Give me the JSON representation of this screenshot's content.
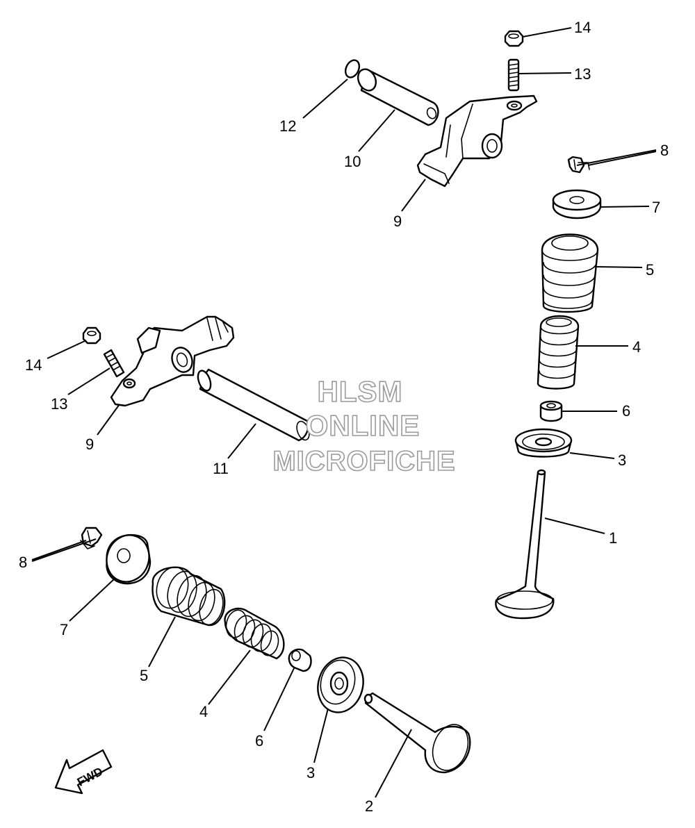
{
  "watermark": {
    "line1": "HLSM",
    "line2": "ONLINE",
    "line3": "MICROFICHE"
  },
  "direction_indicator": {
    "label": "FWD"
  },
  "callouts": {
    "c1": "1",
    "c2": "2",
    "c3a": "3",
    "c3b": "3",
    "c4a": "4",
    "c4b": "4",
    "c5a": "5",
    "c5b": "5",
    "c6a": "6",
    "c6b": "6",
    "c7a": "7",
    "c7b": "7",
    "c8a": "8",
    "c8b": "8",
    "c9a": "9",
    "c9b": "9",
    "c10": "10",
    "c11": "11",
    "c12": "12",
    "c13a": "13",
    "c13b": "13",
    "c14a": "14",
    "c14b": "14"
  },
  "colors": {
    "line": "#000000",
    "background": "#ffffff",
    "watermark_outline": "#9a9a9a"
  }
}
